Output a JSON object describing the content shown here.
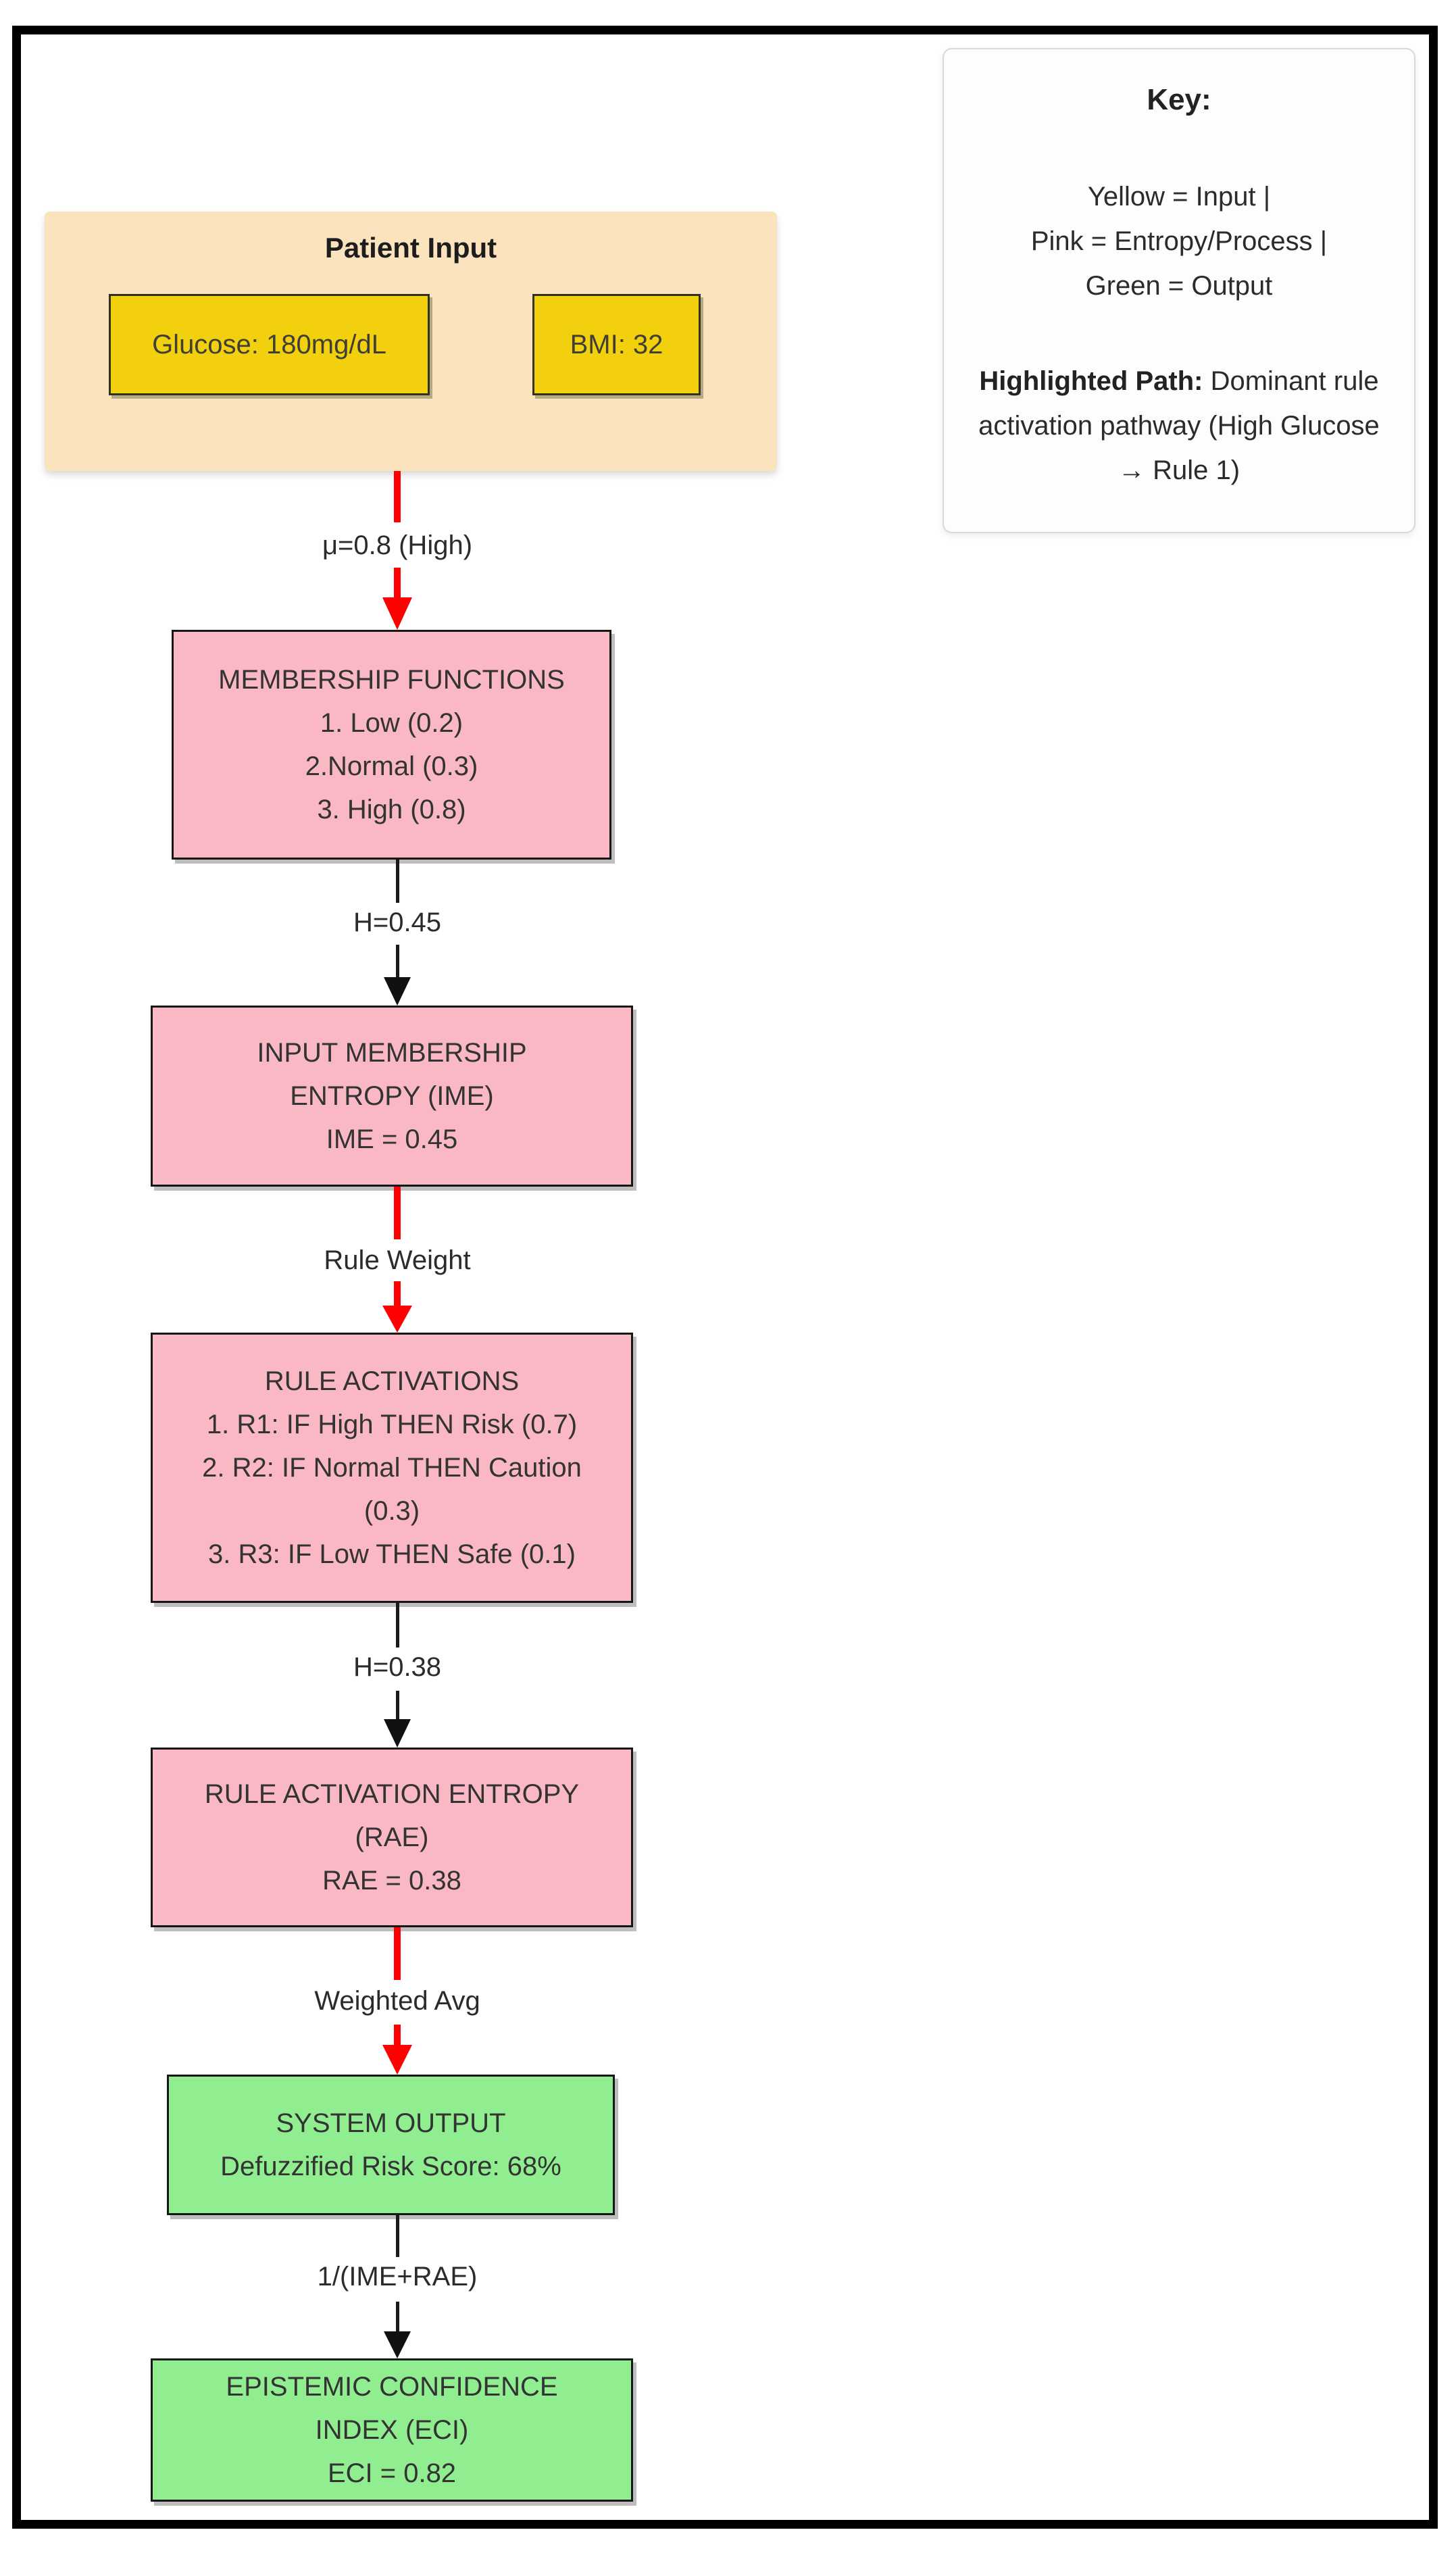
{
  "key_panel": {
    "title": "Key:",
    "legend_lines": [
      "Yellow = Input |",
      "Pink = Entropy/Process |",
      "Green = Output"
    ],
    "highlight_label": "Highlighted Path:",
    "highlight_rest": " Dominant rule activation pathway (High Glucose → Rule 1)"
  },
  "patient_input": {
    "title": "Patient Input",
    "glucose": "Glucose: 180mg/dL",
    "bmi": "BMI: 32"
  },
  "nodes": {
    "membership": {
      "lines": [
        "MEMBERSHIP FUNCTIONS",
        "1. Low (0.2)",
        "2.Normal (0.3)",
        "3. High (0.8)"
      ]
    },
    "ime": {
      "lines": [
        "INPUT MEMBERSHIP",
        "ENTROPY (IME)",
        "IME = 0.45"
      ]
    },
    "rules": {
      "lines": [
        "RULE ACTIVATIONS",
        "1. R1: IF High THEN Risk (0.7)",
        "2. R2: IF Normal THEN Caution",
        "(0.3)",
        "3. R3: IF Low THEN Safe (0.1)"
      ]
    },
    "rae": {
      "lines": [
        "RULE ACTIVATION ENTROPY",
        "(RAE)",
        "RAE = 0.38"
      ]
    },
    "system_output": {
      "lines": [
        "SYSTEM OUTPUT",
        "Defuzzified Risk Score: 68%"
      ]
    },
    "eci": {
      "lines": [
        "EPISTEMIC CONFIDENCE",
        "INDEX (ECI)",
        "ECI = 0.82"
      ]
    }
  },
  "connectors": [
    {
      "label": "μ=0.8 (High)",
      "color": "#FF0000"
    },
    {
      "label": "H=0.45",
      "color": "#1a1a1a"
    },
    {
      "label": "Rule Weight",
      "color": "#FF0000"
    },
    {
      "label": "H=0.38",
      "color": "#1a1a1a"
    },
    {
      "label": "Weighted Avg",
      "color": "#FF0000"
    },
    {
      "label": "1/(IME+RAE)",
      "color": "#1a1a1a"
    }
  ],
  "colors": {
    "input_container_fill": "#FAE3BD",
    "input_node_fill": "#F2D00E",
    "process_fill": "#F9B8C4",
    "output_fill": "#90EE90",
    "highlight_arrow": "#FF0000",
    "normal_arrow": "#1a1a1a",
    "frame_border": "#000000"
  }
}
